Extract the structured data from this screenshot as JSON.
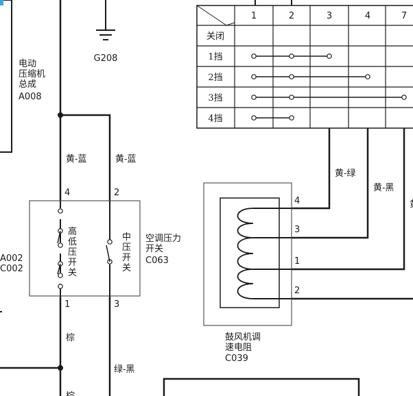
{
  "ground": {
    "label": "G208"
  },
  "compressor": {
    "line1": "电动",
    "line2": "压缩机",
    "line3": "总成",
    "code": "A008"
  },
  "left_edge": {
    "code1": "A002",
    "code2": "C002"
  },
  "pressure_switch": {
    "title1": "空调压力",
    "title2": "开关",
    "code": "C063",
    "hl_switch": [
      "高",
      "低",
      "压",
      "开",
      "关"
    ],
    "mid_switch": [
      "中",
      "压",
      "开",
      "关"
    ],
    "pins": {
      "p4": "4",
      "p2": "2",
      "p1": "1",
      "p3": "3"
    }
  },
  "wires": {
    "yellow_blue_1": "黄-蓝",
    "yellow_blue_2": "黄-蓝",
    "brown_1": "棕",
    "brown_2": "棕",
    "green_black": "绿-黑",
    "yellow_green": "黄-绿",
    "yellow_black": "黄-黑",
    "yellow_edge": "黄"
  },
  "resistor": {
    "line1": "鼓风机调",
    "line2": "速电阻",
    "code": "C039",
    "pins": {
      "p4": "4",
      "p3": "3",
      "p1": "1",
      "p2": "2"
    }
  },
  "switch_table": {
    "columns": [
      "1",
      "2",
      "3",
      "4",
      "7"
    ],
    "rows": [
      {
        "label": "关闭",
        "connected": []
      },
      {
        "label": "1挡",
        "connected": [
          "1",
          "2",
          "3"
        ]
      },
      {
        "label": "2挡",
        "connected": [
          "1",
          "2",
          "4"
        ]
      },
      {
        "label": "3挡",
        "connected": [
          "1",
          "2",
          "7"
        ]
      },
      {
        "label": "4挡",
        "connected": [
          "1",
          "2"
        ]
      }
    ]
  }
}
